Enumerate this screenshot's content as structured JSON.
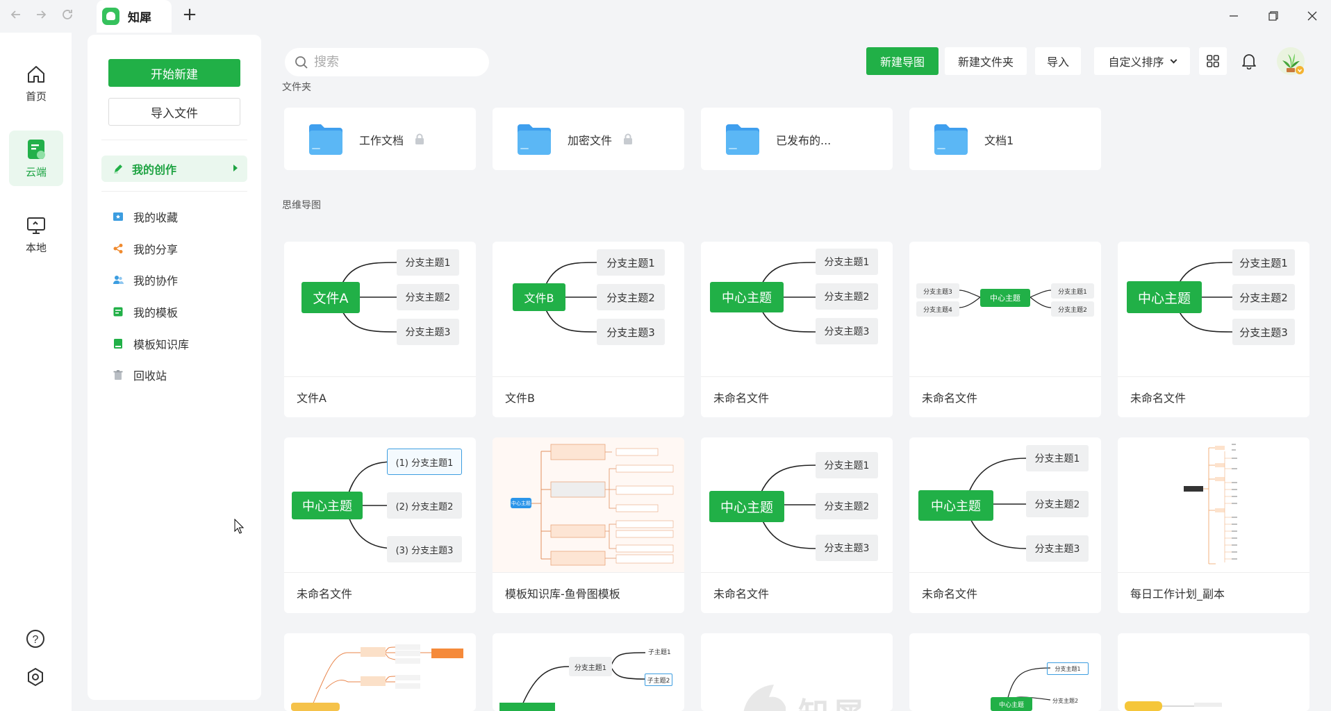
{
  "titlebar": {
    "app_name": "知犀",
    "new_tab": "+"
  },
  "rail": {
    "items": [
      {
        "label": "首页",
        "icon": "home-icon"
      },
      {
        "label": "云端",
        "icon": "cloud-doc-icon"
      },
      {
        "label": "本地",
        "icon": "monitor-icon"
      }
    ],
    "bottom": [
      {
        "label": "?",
        "icon": "help-icon"
      },
      {
        "label": "",
        "icon": "settings-hex-icon"
      }
    ]
  },
  "panel": {
    "start_new": "开始新建",
    "import_file": "导入文件",
    "active_item": "我的创作",
    "items": [
      {
        "label": "我的收藏",
        "icon": "favorites-icon",
        "color": "#3c9de0"
      },
      {
        "label": "我的分享",
        "icon": "share-icon",
        "color": "#f08a2e"
      },
      {
        "label": "我的协作",
        "icon": "collab-icon",
        "color": "#3c9de0"
      },
      {
        "label": "我的模板",
        "icon": "template-icon",
        "color": "#21b047"
      },
      {
        "label": "模板知识库",
        "icon": "library-icon",
        "color": "#21b047"
      },
      {
        "label": "回收站",
        "icon": "trash-icon",
        "color": "#9aa0a6"
      }
    ]
  },
  "toolbar": {
    "search_placeholder": "搜索",
    "new_map": "新建导图",
    "new_folder": "新建文件夹",
    "import": "导入",
    "sort": "自定义排序"
  },
  "sections": {
    "folders": "文件夹",
    "maps": "思维导图"
  },
  "folders": [
    {
      "name": "工作文档",
      "locked": true
    },
    {
      "name": "加密文件",
      "locked": true
    },
    {
      "name": "已发布的...",
      "locked": false
    },
    {
      "name": "文档1",
      "locked": false
    }
  ],
  "maps": [
    {
      "name": "文件A",
      "center": "文件A",
      "branches": [
        "分支主题1",
        "分支主题2",
        "分支主题3"
      ]
    },
    {
      "name": "文件B",
      "center": "文件B",
      "branches": [
        "分支主题1",
        "分支主题2",
        "分支主题3"
      ]
    },
    {
      "name": "未命名文件",
      "center": "中心主题",
      "branches": [
        "分支主题1",
        "分支主题2",
        "分支主题3"
      ]
    },
    {
      "name": "未命名文件",
      "center": "中心主题",
      "branches": [
        "分支主题3",
        "分支主题4",
        "分支主题1",
        "分支主题2"
      ]
    },
    {
      "name": "未命名文件",
      "center": "中心主题",
      "branches": [
        "分支主题1",
        "分支主题2",
        "分支主题3"
      ]
    },
    {
      "name": "未命名文件",
      "center": "中心主题",
      "branches": [
        "(1) 分支主题1",
        "(2) 分支主题2",
        "(3) 分支主题3"
      ]
    },
    {
      "name": "模板知识库-鱼骨图模板",
      "center": "中心主题",
      "branches": []
    },
    {
      "name": "未命名文件",
      "center": "中心主题",
      "branches": [
        "分支主题1",
        "分支主题2",
        "分支主题3"
      ]
    },
    {
      "name": "未命名文件",
      "center": "中心主题",
      "branches": [
        "分支主题1",
        "分支主题2",
        "分支主题3"
      ]
    },
    {
      "name": "每日工作计划_副本",
      "center": "",
      "branches": []
    }
  ],
  "partial_row": {
    "card2": {
      "branch": "分支主题1",
      "sub1": "子主题1",
      "sub2": "子主题2"
    },
    "card4": {
      "center": "中心主题",
      "branch1": "分支主题1",
      "branch2": "分支主题2"
    },
    "card3_watermark": "知犀"
  },
  "colors": {
    "brand_green": "#21b047",
    "folder_blue": "#4aa8f0"
  }
}
